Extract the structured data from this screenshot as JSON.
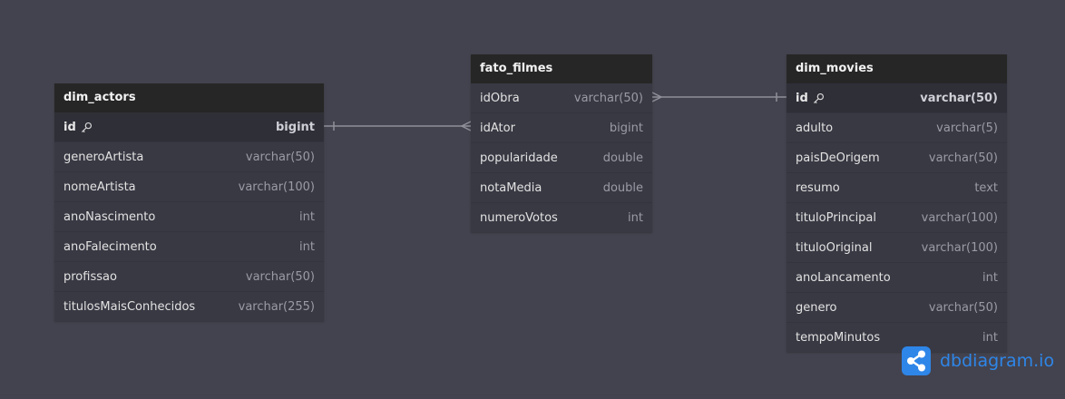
{
  "tables": {
    "actors": {
      "name": "dim_actors",
      "fields": [
        {
          "name": "id",
          "type": "bigint",
          "pk": true
        },
        {
          "name": "generoArtista",
          "type": "varchar(50)"
        },
        {
          "name": "nomeArtista",
          "type": "varchar(100)"
        },
        {
          "name": "anoNascimento",
          "type": "int"
        },
        {
          "name": "anoFalecimento",
          "type": "int"
        },
        {
          "name": "profissao",
          "type": "varchar(50)"
        },
        {
          "name": "titulosMaisConhecidos",
          "type": "varchar(255)"
        }
      ]
    },
    "fato": {
      "name": "fato_filmes",
      "fields": [
        {
          "name": "idObra",
          "type": "varchar(50)"
        },
        {
          "name": "idAtor",
          "type": "bigint"
        },
        {
          "name": "popularidade",
          "type": "double"
        },
        {
          "name": "notaMedia",
          "type": "double"
        },
        {
          "name": "numeroVotos",
          "type": "int"
        }
      ]
    },
    "movies": {
      "name": "dim_movies",
      "fields": [
        {
          "name": "id",
          "type": "varchar(50)",
          "pk": true
        },
        {
          "name": "adulto",
          "type": "varchar(5)"
        },
        {
          "name": "paisDeOrigem",
          "type": "varchar(50)"
        },
        {
          "name": "resumo",
          "type": "text"
        },
        {
          "name": "tituloPrincipal",
          "type": "varchar(100)"
        },
        {
          "name": "tituloOriginal",
          "type": "varchar(100)"
        },
        {
          "name": "anoLancamento",
          "type": "int"
        },
        {
          "name": "genero",
          "type": "varchar(50)"
        },
        {
          "name": "tempoMinutos",
          "type": "int"
        }
      ]
    }
  },
  "relationships": [
    {
      "from": "dim_actors.id",
      "to": "fato_filmes.idAtor",
      "from_card": "one",
      "to_card": "many"
    },
    {
      "from": "fato_filmes.idObra",
      "to": "dim_movies.id",
      "from_card": "many",
      "to_card": "one"
    }
  ],
  "branding": {
    "logo_text": "dbdiagram.io",
    "icon": "share-nodes-icon",
    "color": "#2e86e8"
  }
}
